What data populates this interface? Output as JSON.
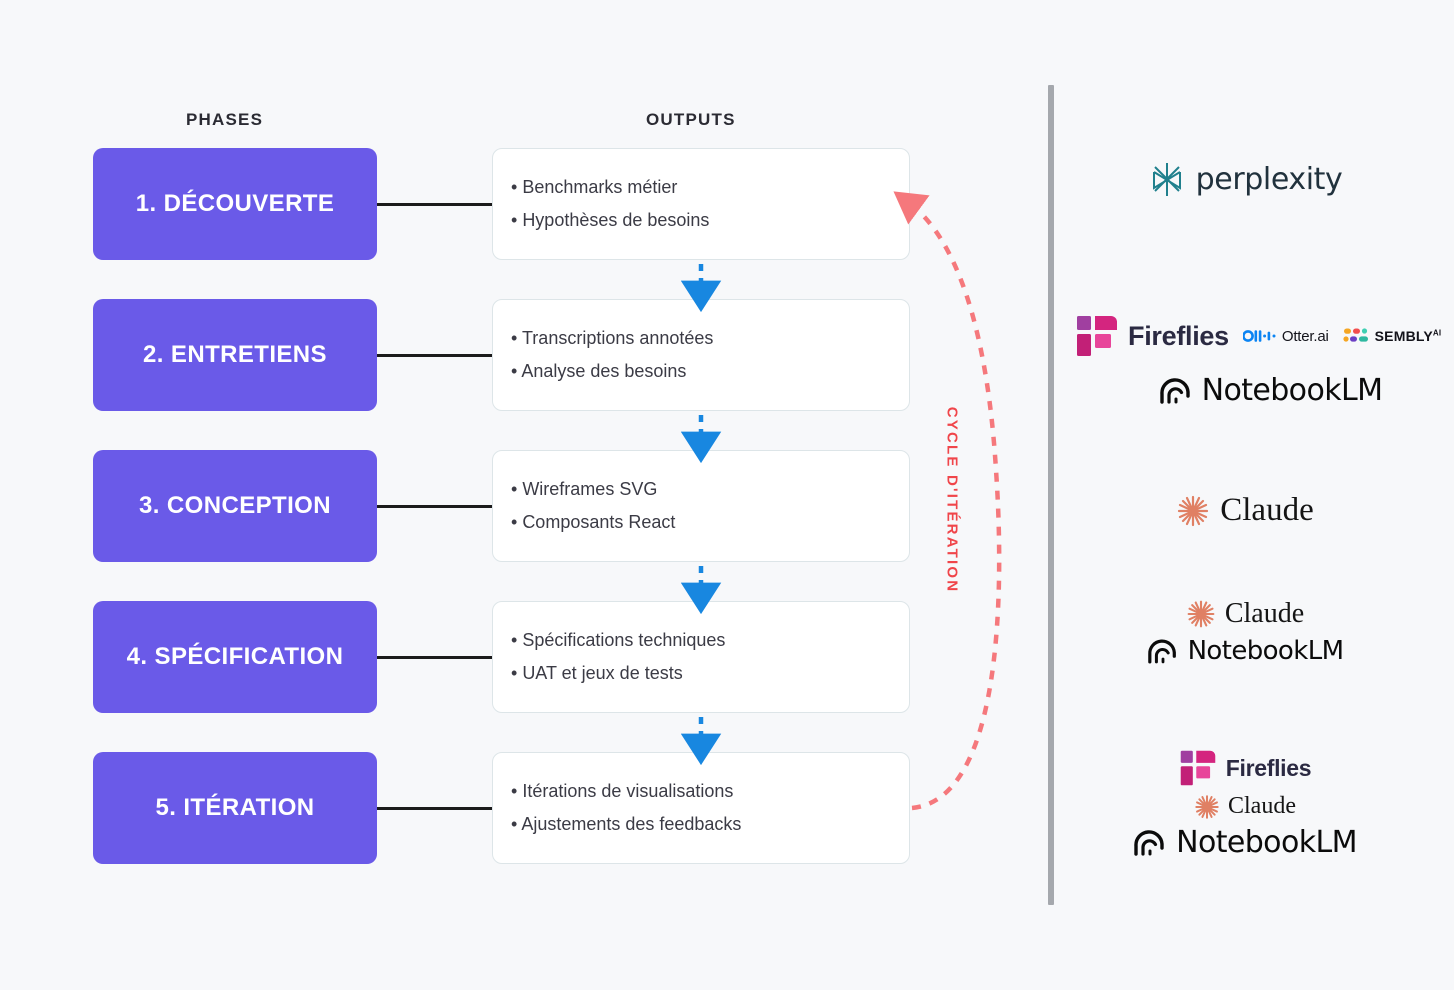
{
  "headers": {
    "phases": "PHASES",
    "outputs": "OUTPUTS"
  },
  "colors": {
    "background": "#f7f8fa",
    "phase_purple": "#6a5ae8",
    "output_border": "#dde5e8",
    "arrow_blue": "#1887e0",
    "cycle_red": "#f0454a",
    "divider_gray": "#a5a8ad",
    "connector_black": "#1b1b1b",
    "perplexity_teal": "#20808d",
    "fireflies_magenta": "#d4257f",
    "claude_orange": "#e08064"
  },
  "cycle": {
    "label": "CYCLE D'ITÉRATION"
  },
  "phases": [
    {
      "label": "1. DÉCOUVERTE"
    },
    {
      "label": "2. ENTRETIENS"
    },
    {
      "label": "3. CONCEPTION"
    },
    {
      "label": "4. SPÉCIFICATION"
    },
    {
      "label": "5. ITÉRATION"
    }
  ],
  "outputs": [
    {
      "bullets": [
        "Benchmarks métier",
        "Hypothèses de besoins"
      ]
    },
    {
      "bullets": [
        "Transcriptions annotées",
        "Analyse des besoins"
      ]
    },
    {
      "bullets": [
        "Wireframes SVG",
        "Composants React"
      ]
    },
    {
      "bullets": [
        "Spécifications techniques",
        "UAT et jeux de tests"
      ]
    },
    {
      "bullets": [
        "Itérations de visualisations",
        "Ajustements des feedbacks"
      ]
    }
  ],
  "tools": {
    "groups": [
      {
        "rows": [
          {
            "items": [
              {
                "icon": "perplexity-icon",
                "name": "perplexity"
              }
            ]
          }
        ]
      },
      {
        "rows": [
          {
            "items": [
              {
                "icon": "fireflies-icon",
                "name": "Fireflies"
              },
              {
                "icon": "otter-icon",
                "name": "Otter.ai"
              },
              {
                "icon": "sembly-icon",
                "name": "SEMBLY",
                "sup": "AI"
              }
            ]
          },
          {
            "items": [
              {
                "icon": "notebooklm-icon",
                "name": "NotebookLM"
              }
            ]
          }
        ]
      },
      {
        "rows": [
          {
            "items": [
              {
                "icon": "claude-icon",
                "name": "Claude"
              }
            ]
          }
        ]
      },
      {
        "rows": [
          {
            "items": [
              {
                "icon": "claude-icon",
                "name": "Claude"
              }
            ]
          },
          {
            "items": [
              {
                "icon": "notebooklm-icon",
                "name": "NotebookLM"
              }
            ]
          }
        ]
      },
      {
        "rows": [
          {
            "items": [
              {
                "icon": "fireflies-icon",
                "name": "Fireflies"
              }
            ]
          },
          {
            "items": [
              {
                "icon": "claude-icon",
                "name": "Claude"
              }
            ]
          },
          {
            "items": [
              {
                "icon": "notebooklm-icon",
                "name": "NotebookLM"
              }
            ]
          }
        ]
      }
    ]
  }
}
